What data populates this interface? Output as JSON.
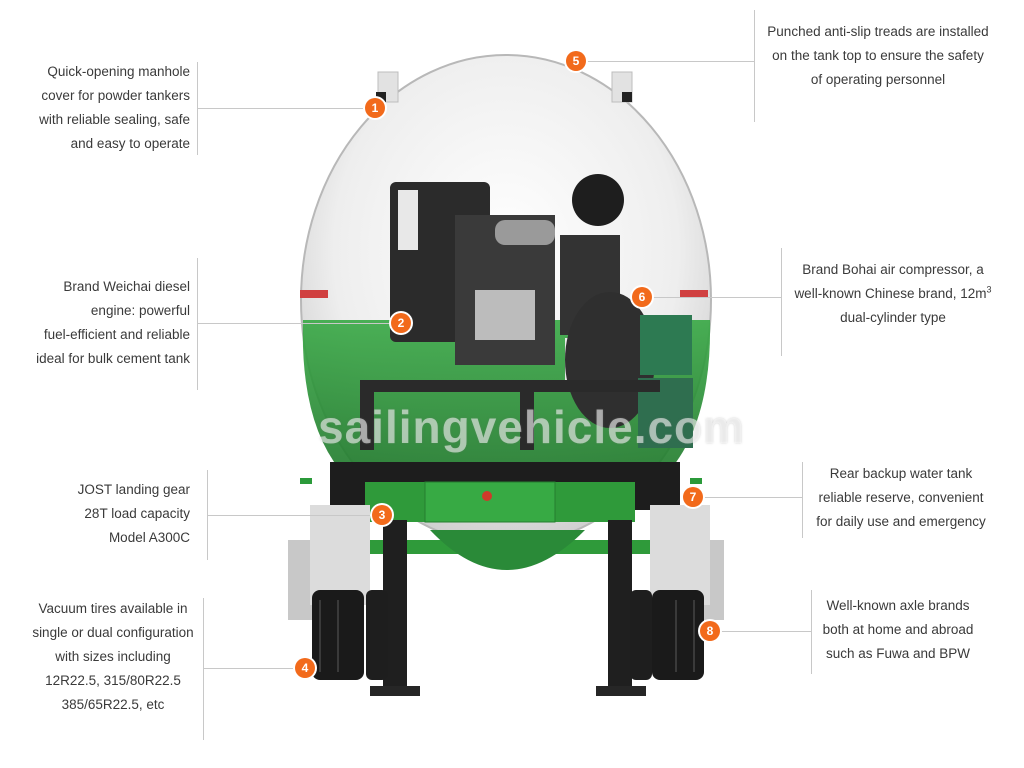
{
  "callouts": [
    {
      "number": "1",
      "lines": [
        "Quick-opening manhole",
        "cover for powder tankers",
        "with reliable sealing, safe",
        "and easy to operate"
      ]
    },
    {
      "number": "2",
      "lines": [
        "Brand Weichai diesel",
        "engine: powerful",
        "fuel-efficient and reliable",
        "ideal for bulk cement tank"
      ]
    },
    {
      "number": "3",
      "lines": [
        "JOST landing gear",
        "28T load capacity",
        "Model A300C"
      ]
    },
    {
      "number": "4",
      "lines": [
        "Vacuum tires available in",
        "single or dual configuration",
        "with sizes including",
        "12R22.5, 315/80R22.5",
        "385/65R22.5, etc"
      ]
    },
    {
      "number": "5",
      "lines": [
        "Punched anti-slip treads are installed",
        "on the tank top to ensure the safety",
        "of operating personnel"
      ]
    },
    {
      "number": "6",
      "lines": [
        "Brand Bohai air compressor, a",
        "well-known Chinese brand, 12m",
        "dual-cylinder type"
      ],
      "sup": "3"
    },
    {
      "number": "7",
      "lines": [
        "Rear backup water tank",
        "reliable reserve, convenient",
        "for daily use and emergency"
      ]
    },
    {
      "number": "8",
      "lines": [
        "Well-known axle brands",
        "both at home and abroad",
        "such as Fuwa and BPW"
      ]
    }
  ],
  "watermark": "sailingvehicle.com",
  "colors": {
    "badge": "#f26a1b",
    "tank_green": "#2e9a3c",
    "tank_white": "#f2f2f2",
    "engine_dark": "#2b2b2b"
  }
}
